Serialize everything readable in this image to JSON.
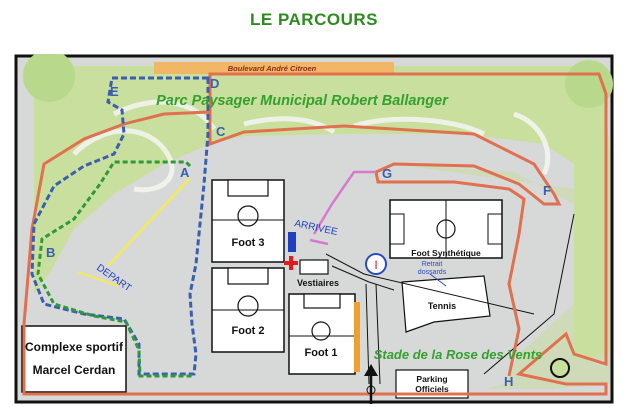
{
  "title": "LE PARCOURS",
  "map": {
    "street": "Boulevard André Citroen",
    "park": "Parc Paysager Municipal Robert Ballanger",
    "stadium": "Stade de la Rose des Vents",
    "complex_line1": "Complexe sportif",
    "complex_line2": "Marcel Cerdan",
    "foot3": "Foot 3",
    "foot2": "Foot 2",
    "foot1": "Foot 1",
    "foot_synth": "Foot Synthétique",
    "tennis": "Tennis",
    "vestiaires": "Vestiaires",
    "parking_line1": "Parking",
    "parking_line2": "Officiels",
    "retrait_line1": "Retrait",
    "retrait_line2": "dossards",
    "info_marker": "I",
    "depart": "DEPART",
    "arrivee": "ARRIVEE",
    "points": {
      "A": "A",
      "B": "B",
      "C": "C",
      "D": "D",
      "E": "E",
      "F": "F",
      "G": "G",
      "H": "H"
    }
  },
  "colors": {
    "title": "#2e8b22",
    "park_green": "#c9df9e",
    "ground_grey": "#d7d8d8",
    "route_orange": "#e0704e",
    "route_blue": "#3a5fb0",
    "route_green": "#2e9a36",
    "route_yellow": "#f3ea5a",
    "route_pink": "#d67ad0",
    "track_orange": "#f0a030",
    "street_orange": "#f2b766"
  }
}
